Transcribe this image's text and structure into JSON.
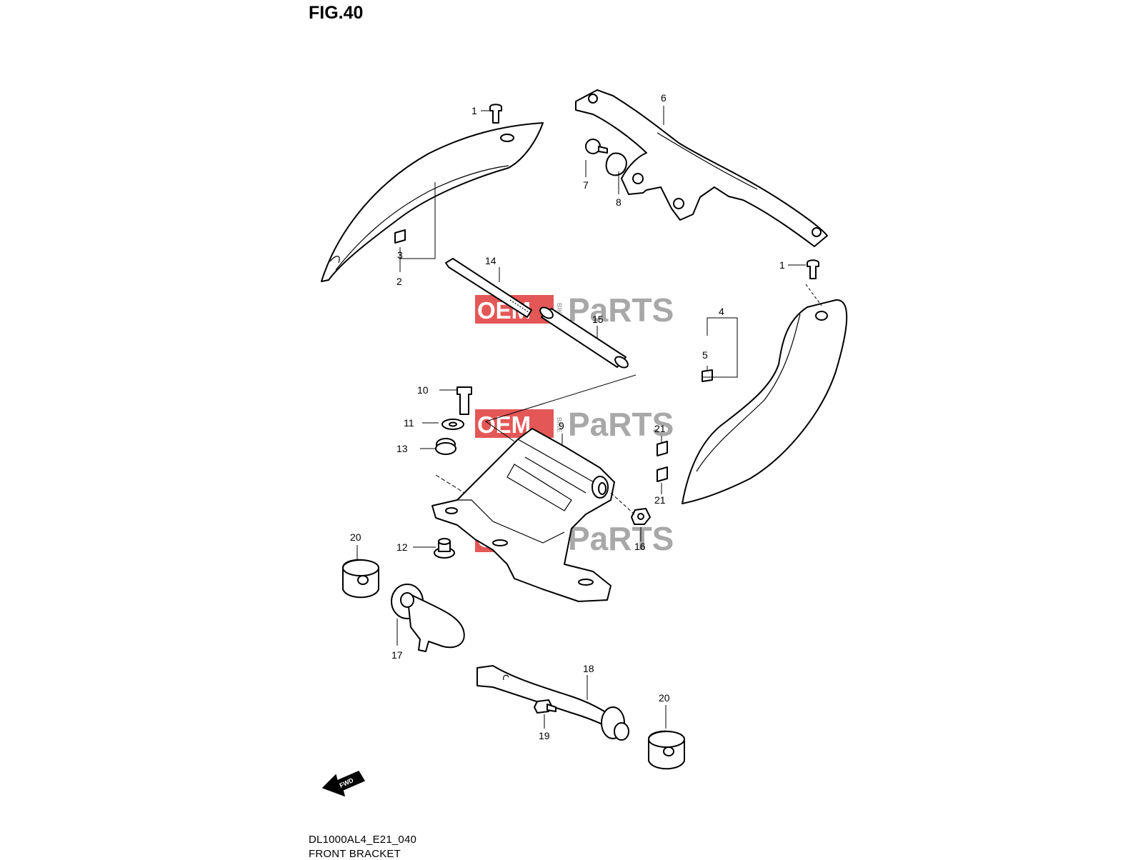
{
  "figure": {
    "title": "FIG.40",
    "code": "DL1000AL4_E21_040",
    "name": "FRONT BRACKET"
  },
  "watermark": {
    "brand_left": "OEM",
    "brand_small": "BIKE",
    "brand_right": "PaRTS",
    "color_red": "#e03a3a",
    "color_gray": "#9a9a9a"
  },
  "fwd_label": "FWD",
  "callouts": [
    {
      "id": "c1a",
      "label": "1"
    },
    {
      "id": "c1b",
      "label": "1"
    },
    {
      "id": "c2",
      "label": "2"
    },
    {
      "id": "c3",
      "label": "3"
    },
    {
      "id": "c4",
      "label": "4"
    },
    {
      "id": "c5",
      "label": "5"
    },
    {
      "id": "c6",
      "label": "6"
    },
    {
      "id": "c7",
      "label": "7"
    },
    {
      "id": "c8",
      "label": "8"
    },
    {
      "id": "c9",
      "label": "9"
    },
    {
      "id": "c10",
      "label": "10"
    },
    {
      "id": "c11",
      "label": "11"
    },
    {
      "id": "c12",
      "label": "12"
    },
    {
      "id": "c13",
      "label": "13"
    },
    {
      "id": "c14",
      "label": "14"
    },
    {
      "id": "c15",
      "label": "15"
    },
    {
      "id": "c16",
      "label": "16"
    },
    {
      "id": "c17",
      "label": "17"
    },
    {
      "id": "c18",
      "label": "18"
    },
    {
      "id": "c19",
      "label": "19"
    },
    {
      "id": "c20a",
      "label": "20"
    },
    {
      "id": "c20b",
      "label": "20"
    },
    {
      "id": "c21a",
      "label": "21"
    },
    {
      "id": "c21b",
      "label": "21"
    }
  ]
}
